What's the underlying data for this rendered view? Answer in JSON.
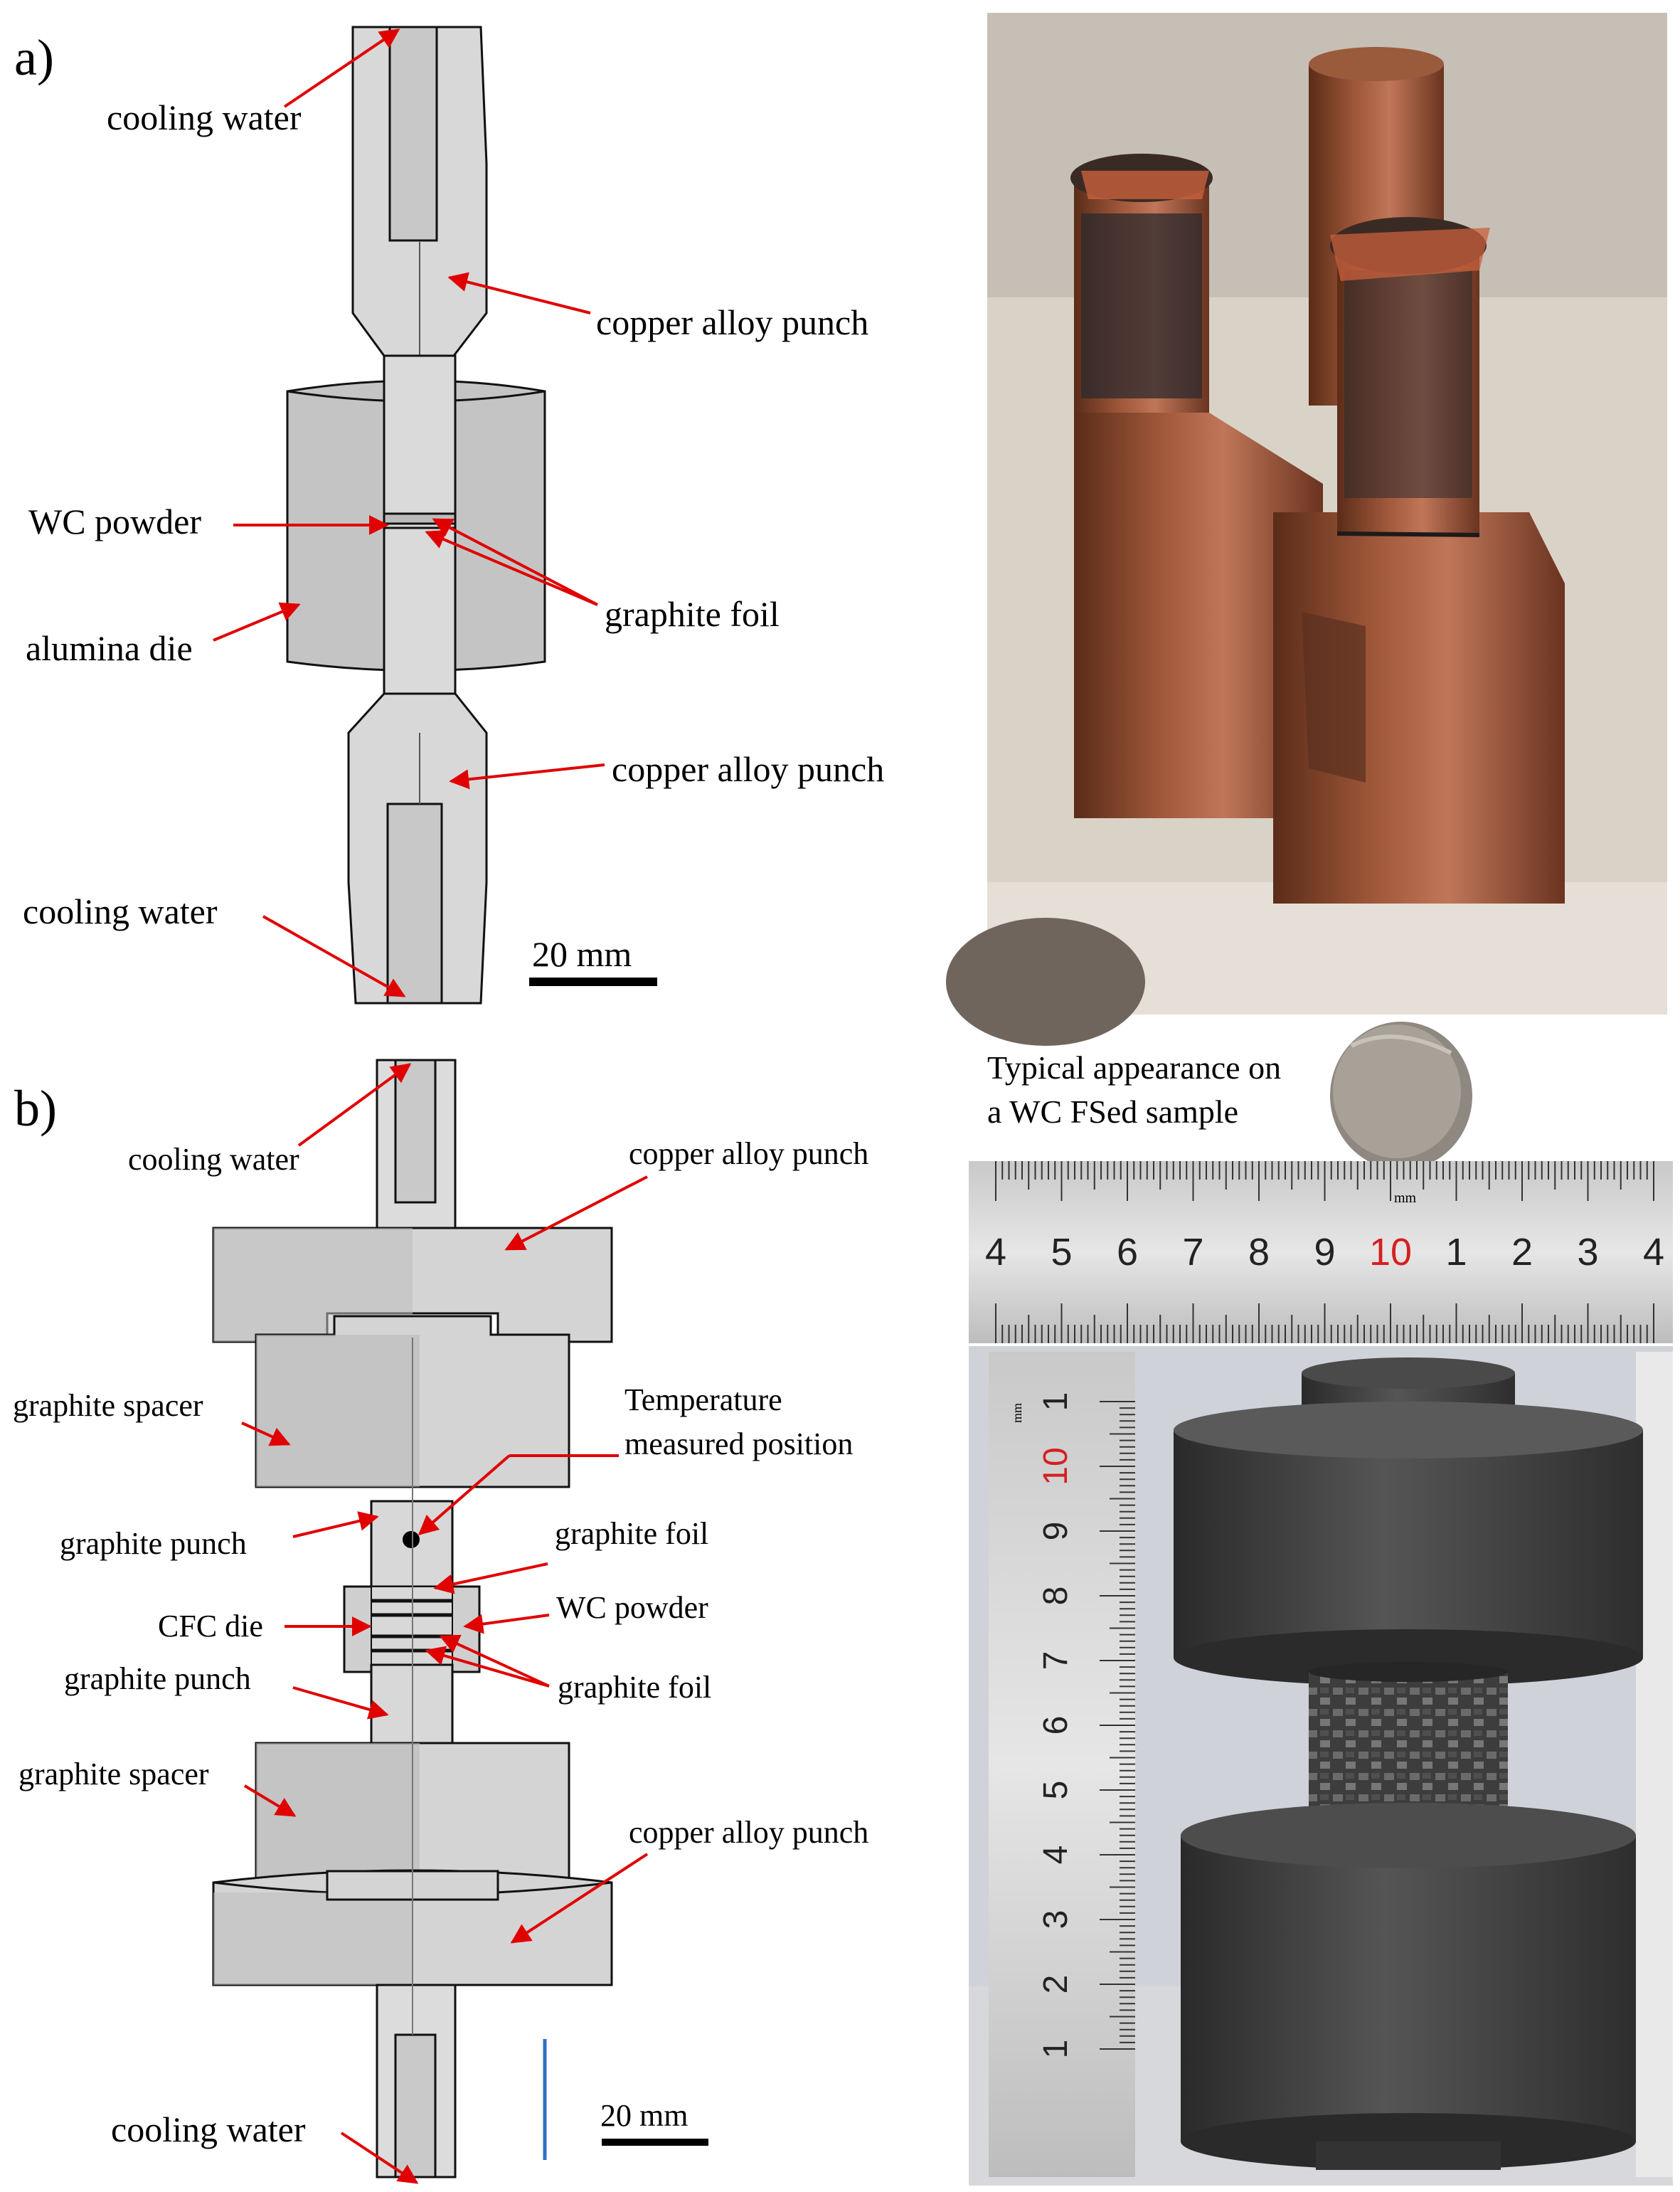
{
  "panel_a": {
    "letter": "a)",
    "labels": {
      "cooling_water_top": "cooling water",
      "copper_punch_top": "copper alloy punch",
      "wc_powder": "WC powder",
      "graphite_foil": "graphite foil",
      "alumina_die": "alumina die",
      "copper_punch_bottom": "copper alloy punch",
      "cooling_water_bottom": "cooling water"
    },
    "scale_bar": "20 mm"
  },
  "panel_b": {
    "letter": "b)",
    "labels": {
      "cooling_water_top": "cooling water",
      "copper_punch_top": "copper alloy punch",
      "graphite_spacer_top": "graphite spacer",
      "temperature_line1": "Temperature",
      "temperature_line2": "measured position",
      "graphite_punch_top": "graphite punch",
      "graphite_foil_top": "graphite foil",
      "cfc_die": "CFC die",
      "wc_powder": "WC powder",
      "graphite_punch_bottom": "graphite punch",
      "graphite_foil_bottom": "graphite foil",
      "graphite_spacer_bottom": "graphite spacer",
      "copper_punch_bottom": "copper alloy punch",
      "cooling_water_bottom": "cooling water"
    },
    "scale_bar": "20 mm"
  },
  "sample_caption": {
    "line1": "Typical appearance on",
    "line2": "a WC FSed sample"
  },
  "ruler_horizontal": {
    "unit": "mm",
    "numbers": [
      "4",
      "5",
      "6",
      "7",
      "8",
      "9",
      "10",
      "1",
      "2",
      "3",
      "4"
    ],
    "highlight_color": "#d42020"
  },
  "ruler_vertical": {
    "numbers": [
      "1",
      "2",
      "3",
      "4",
      "5",
      "6",
      "7",
      "8",
      "9",
      "10",
      "1"
    ],
    "unit": "mm"
  },
  "colors": {
    "arrow": "#e00000",
    "part_light": "#dcdcdc",
    "part_dark": "#b9b9b9",
    "copper": "#8a4a2e",
    "graphite": "#3a3a3a"
  }
}
